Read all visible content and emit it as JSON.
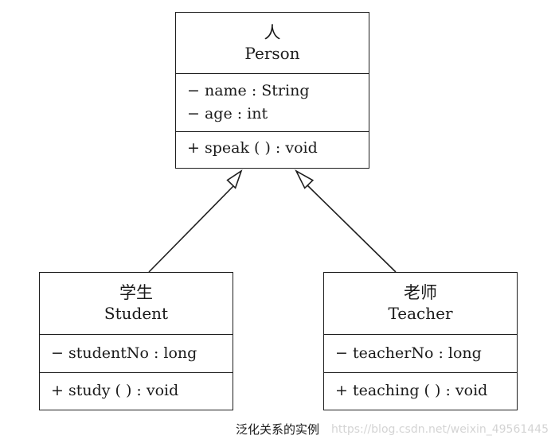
{
  "diagram": {
    "classes": {
      "person": {
        "name_cn": "人",
        "name_en": "Person",
        "attributes": [
          "− name : String",
          "− age : int"
        ],
        "operations": [
          "+ speak ( ) : void"
        ]
      },
      "student": {
        "name_cn": "学生",
        "name_en": "Student",
        "attributes": [
          "− studentNo : long"
        ],
        "operations": [
          "+ study ( ) : void"
        ]
      },
      "teacher": {
        "name_cn": "老师",
        "name_en": "Teacher",
        "attributes": [
          "− teacherNo : long"
        ],
        "operations": [
          "+ teaching ( ) : void"
        ]
      }
    },
    "relations": [
      {
        "type": "generalization",
        "from": "student",
        "to": "person"
      },
      {
        "type": "generalization",
        "from": "teacher",
        "to": "person"
      }
    ]
  },
  "caption": "泛化关系的实例",
  "watermark": "https://blog.csdn.net/weixin_49561445"
}
